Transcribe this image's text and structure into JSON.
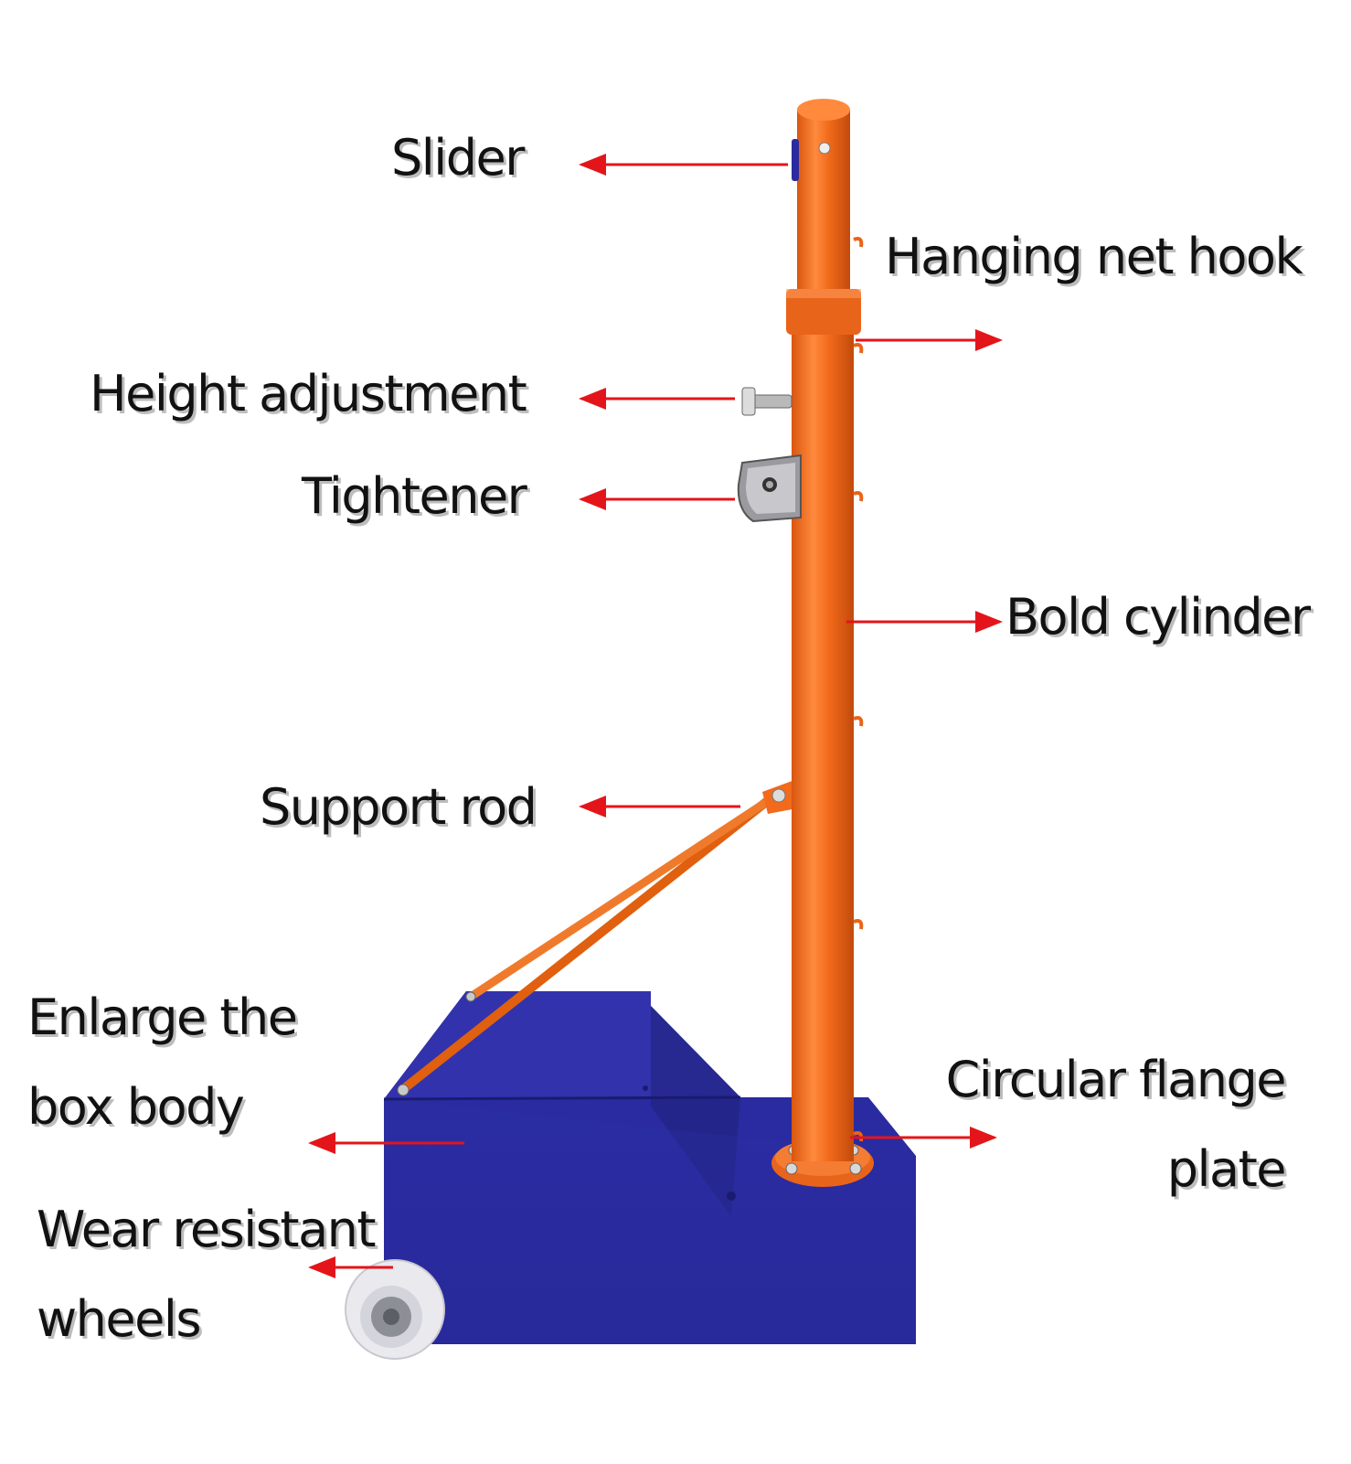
{
  "colors": {
    "pole": "#f26a1b",
    "pole_shadow": "#c94e0d",
    "pole_highlight": "#ff9a5a",
    "box": "#2a2ba0",
    "box_top": "#2f2fa8",
    "box_side": "#1f2079",
    "arrow": "#e3151a",
    "wheel": "#e9e9ee",
    "wheel_hub": "#8d8f96"
  },
  "labels": {
    "slider": "Slider",
    "hanging_net_hook": "Hanging net hook",
    "height_adjustment": "Height adjustment",
    "tightener": "Tightener",
    "bold_cylinder": "Bold cylinder",
    "support_rod": "Support rod",
    "enlarge_box_line1": "Enlarge the",
    "enlarge_box_line2": "box body",
    "circular_flange_line1": "Circular flange",
    "circular_flange_line2": "plate",
    "wear_wheels_line1": "Wear resistant",
    "wear_wheels_line2": "wheels"
  }
}
